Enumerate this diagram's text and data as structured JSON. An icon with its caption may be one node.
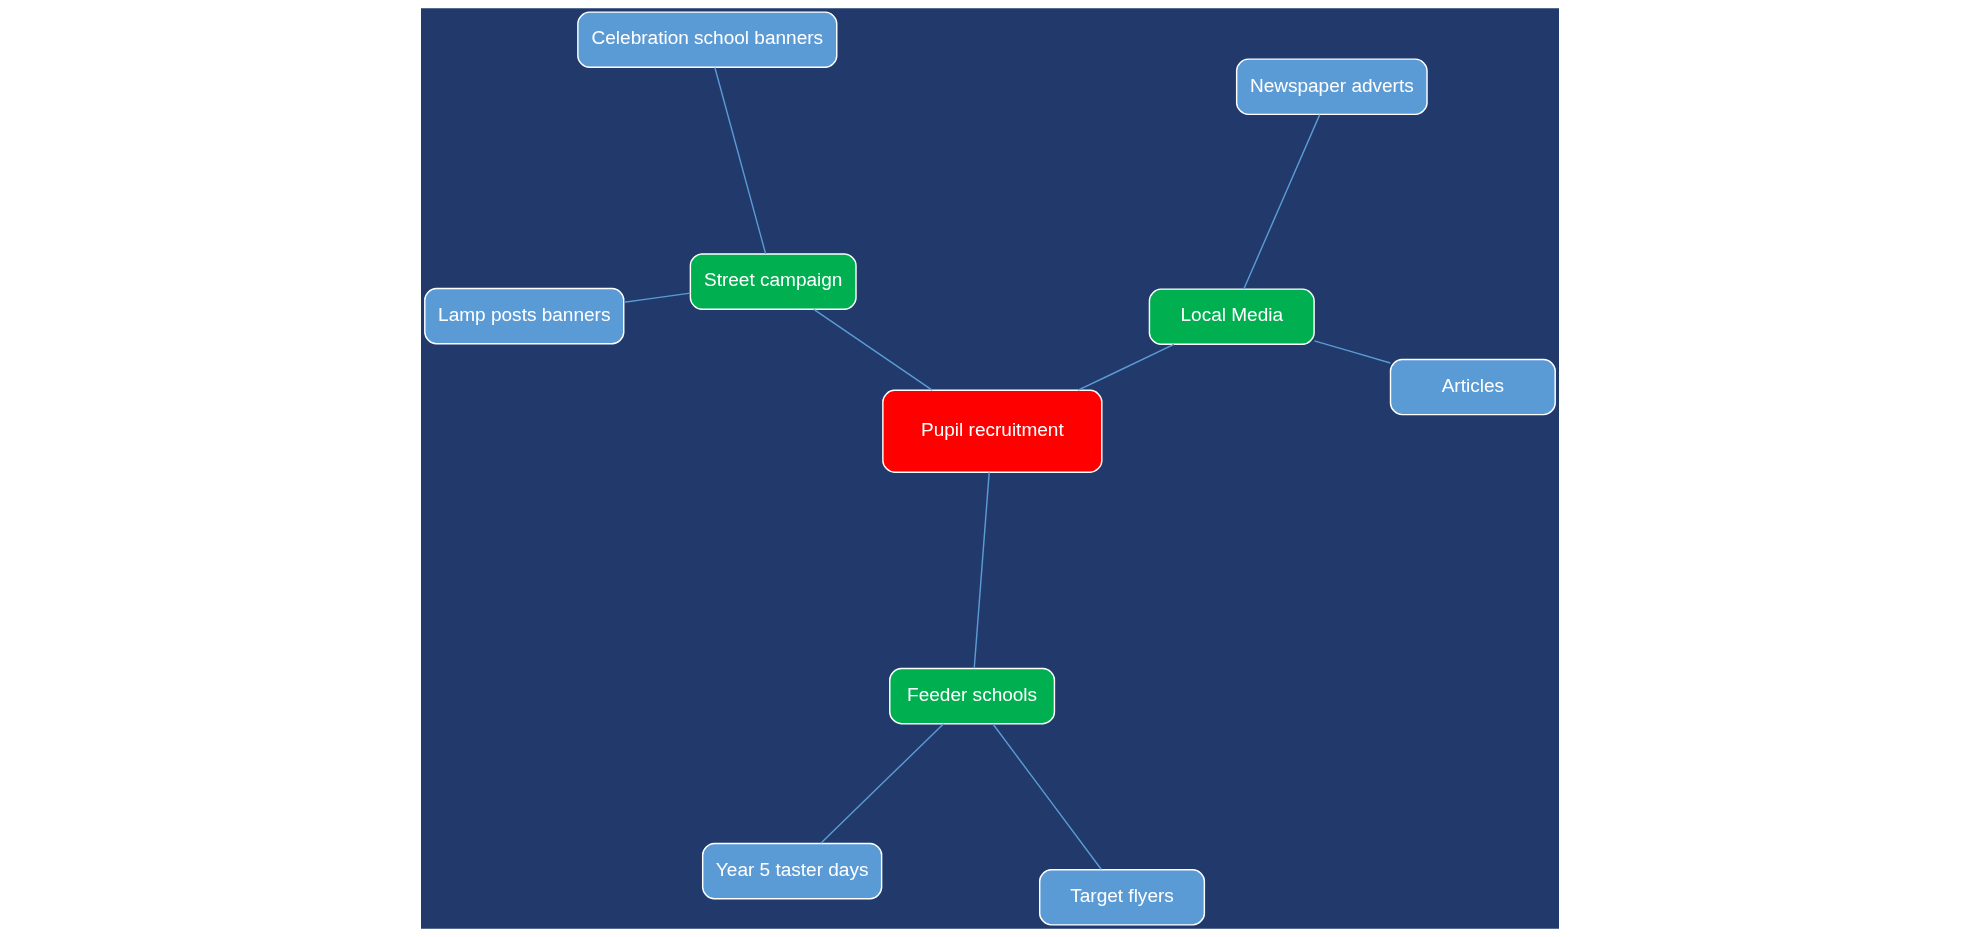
{
  "diagram": {
    "nodes": [
      {
        "text": [
          "Year 5 taster days"
        ]
      },
      {
        "text": [
          "Target flyers"
        ]
      },
      {
        "text": [
          "Feeder schools"
        ]
      },
      {
        "text": [
          "Street campaign"
        ]
      },
      {
        "text": [
          "Newspaper adverts"
        ]
      },
      {
        "text": [
          "Pupil recruitment"
        ]
      },
      {
        "text": [
          "Celebration school banners"
        ]
      },
      {
        "text": [
          "Local Media"
        ]
      },
      {
        "text": [
          "Lamp posts banners"
        ]
      },
      {
        "text": [
          "Articles"
        ]
      }
    ],
    "edges": [
      {
        "from": 5,
        "to": 2,
        "arrow": "none"
      },
      {
        "from": 2,
        "to": 0,
        "arrow": "none"
      },
      {
        "from": 2,
        "to": 1,
        "arrow": "none"
      },
      {
        "from": 5,
        "to": 3,
        "arrow": "none"
      },
      {
        "from": 3,
        "to": 6,
        "arrow": "none"
      },
      {
        "from": 3,
        "to": 8,
        "arrow": "none"
      },
      {
        "from": 5,
        "to": 7,
        "arrow": "none"
      },
      {
        "from": 7,
        "to": 4,
        "arrow": "none"
      },
      {
        "from": 7,
        "to": 9,
        "arrow": "none"
      }
    ]
  }
}
